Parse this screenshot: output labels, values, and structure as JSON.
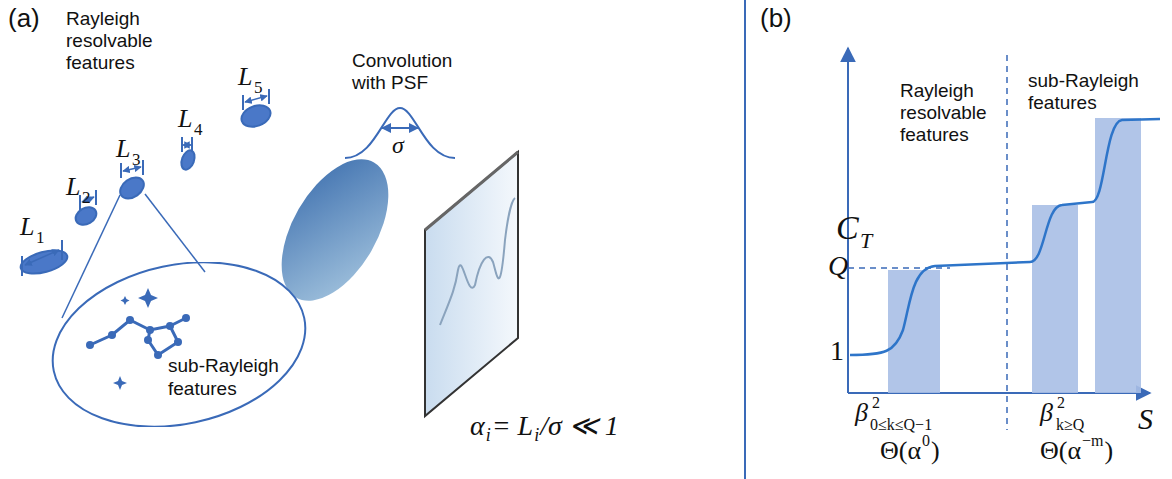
{
  "diagram": {
    "nodes": [
      {
        "text": [
          "sub-Rayleigh features"
        ]
      }
    ],
    "labels": [
      "(a)",
      "Rayleigh resolvable features",
      "L",
      "1",
      "L",
      "2",
      "L",
      "3",
      "L",
      "4",
      "L",
      "5",
      "Convolution with PSF",
      "σ",
      "α",
      "i",
      "= L",
      "i",
      "/σ ≪ 1",
      "(b)",
      "C",
      "T",
      "Q",
      "1",
      "Rayleigh resolvable features",
      "sub-Rayleigh features",
      "β",
      "2",
      "0≤k≤Q−1",
      "β",
      "2",
      "k≥Q",
      "Θ(α",
      "0",
      ")",
      "Θ(α",
      "−m",
      ")",
      "S"
    ]
  }
}
